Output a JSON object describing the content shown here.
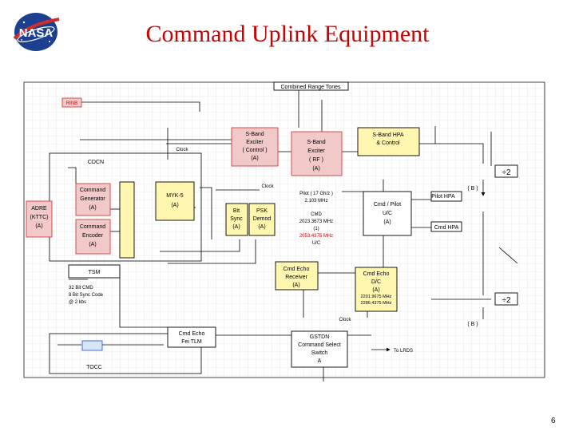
{
  "slide": {
    "title": "Command Uplink Equipment",
    "logo_text": "NASA",
    "page_number": "6"
  },
  "diagram": {
    "combined_range_tones": "Combined Range Tones",
    "rinb": "RINB",
    "cdcn": "CDCN",
    "tsm": "TSM",
    "tocc": "TOCC",
    "adre_lines": [
      "ADRE",
      "(KTTC)",
      "(A)"
    ],
    "command_generator_lines": [
      "Command",
      "Generator",
      "(A)"
    ],
    "command_encoder_lines": [
      "Command",
      "Encoder",
      "(A)"
    ],
    "myk5_lines": [
      "MYK-5",
      "(A)"
    ],
    "sband_exciter_control_lines": [
      "S-Band",
      "Exciter",
      "( Control )",
      "(A)"
    ],
    "sband_exciter_rf_lines": [
      "S-Band",
      "Exciter",
      "( RF )",
      "(A)"
    ],
    "sband_hpa_lines": [
      "S-Band HPA",
      "& Control"
    ],
    "bit_sync_lines": [
      "Bit",
      "Sync",
      "(A)"
    ],
    "psk_demod_lines": [
      "PSK",
      "Demod",
      "(A)"
    ],
    "pilot_hpa": "Pilot HPA",
    "cmd_hpa": "Cmd HPA",
    "cmd_pilot_uc_lines": [
      "Cmd / Pilot",
      "U/C",
      "(A)"
    ],
    "cmd_echo_receiver_lines": [
      "Cmd Echo",
      "Receiver",
      "(A)"
    ],
    "cmd_echo_dc_lines": [
      "Cmd Echo",
      "D/C",
      "(A)"
    ],
    "cmd_echo_fei_lines": [
      "Cmd Echo",
      "Fei TLM"
    ],
    "gstdn_switch_lines": [
      "GSTDN",
      "Command Select",
      "Switch",
      "A"
    ],
    "to_lrds": "To LRDS",
    "divide_by_two": "÷2",
    "b_label": "( B )",
    "sync_code_lines": [
      "32 Bit CMD",
      "8 Bit Sync Code",
      "@ 2 kbs"
    ],
    "clock": "Clock",
    "pilot_freq_lines": [
      "Pilot ( 17 Gh/z )",
      "2.103 MHz"
    ],
    "cmd_freq_lines": [
      "CMD",
      "2023.3673 MHz",
      "(1)",
      "2053.4375 MHz",
      "U/C"
    ],
    "echo_freq_lines": [
      "2201.9675 MHz",
      "2286.4375 MHz"
    ]
  }
}
